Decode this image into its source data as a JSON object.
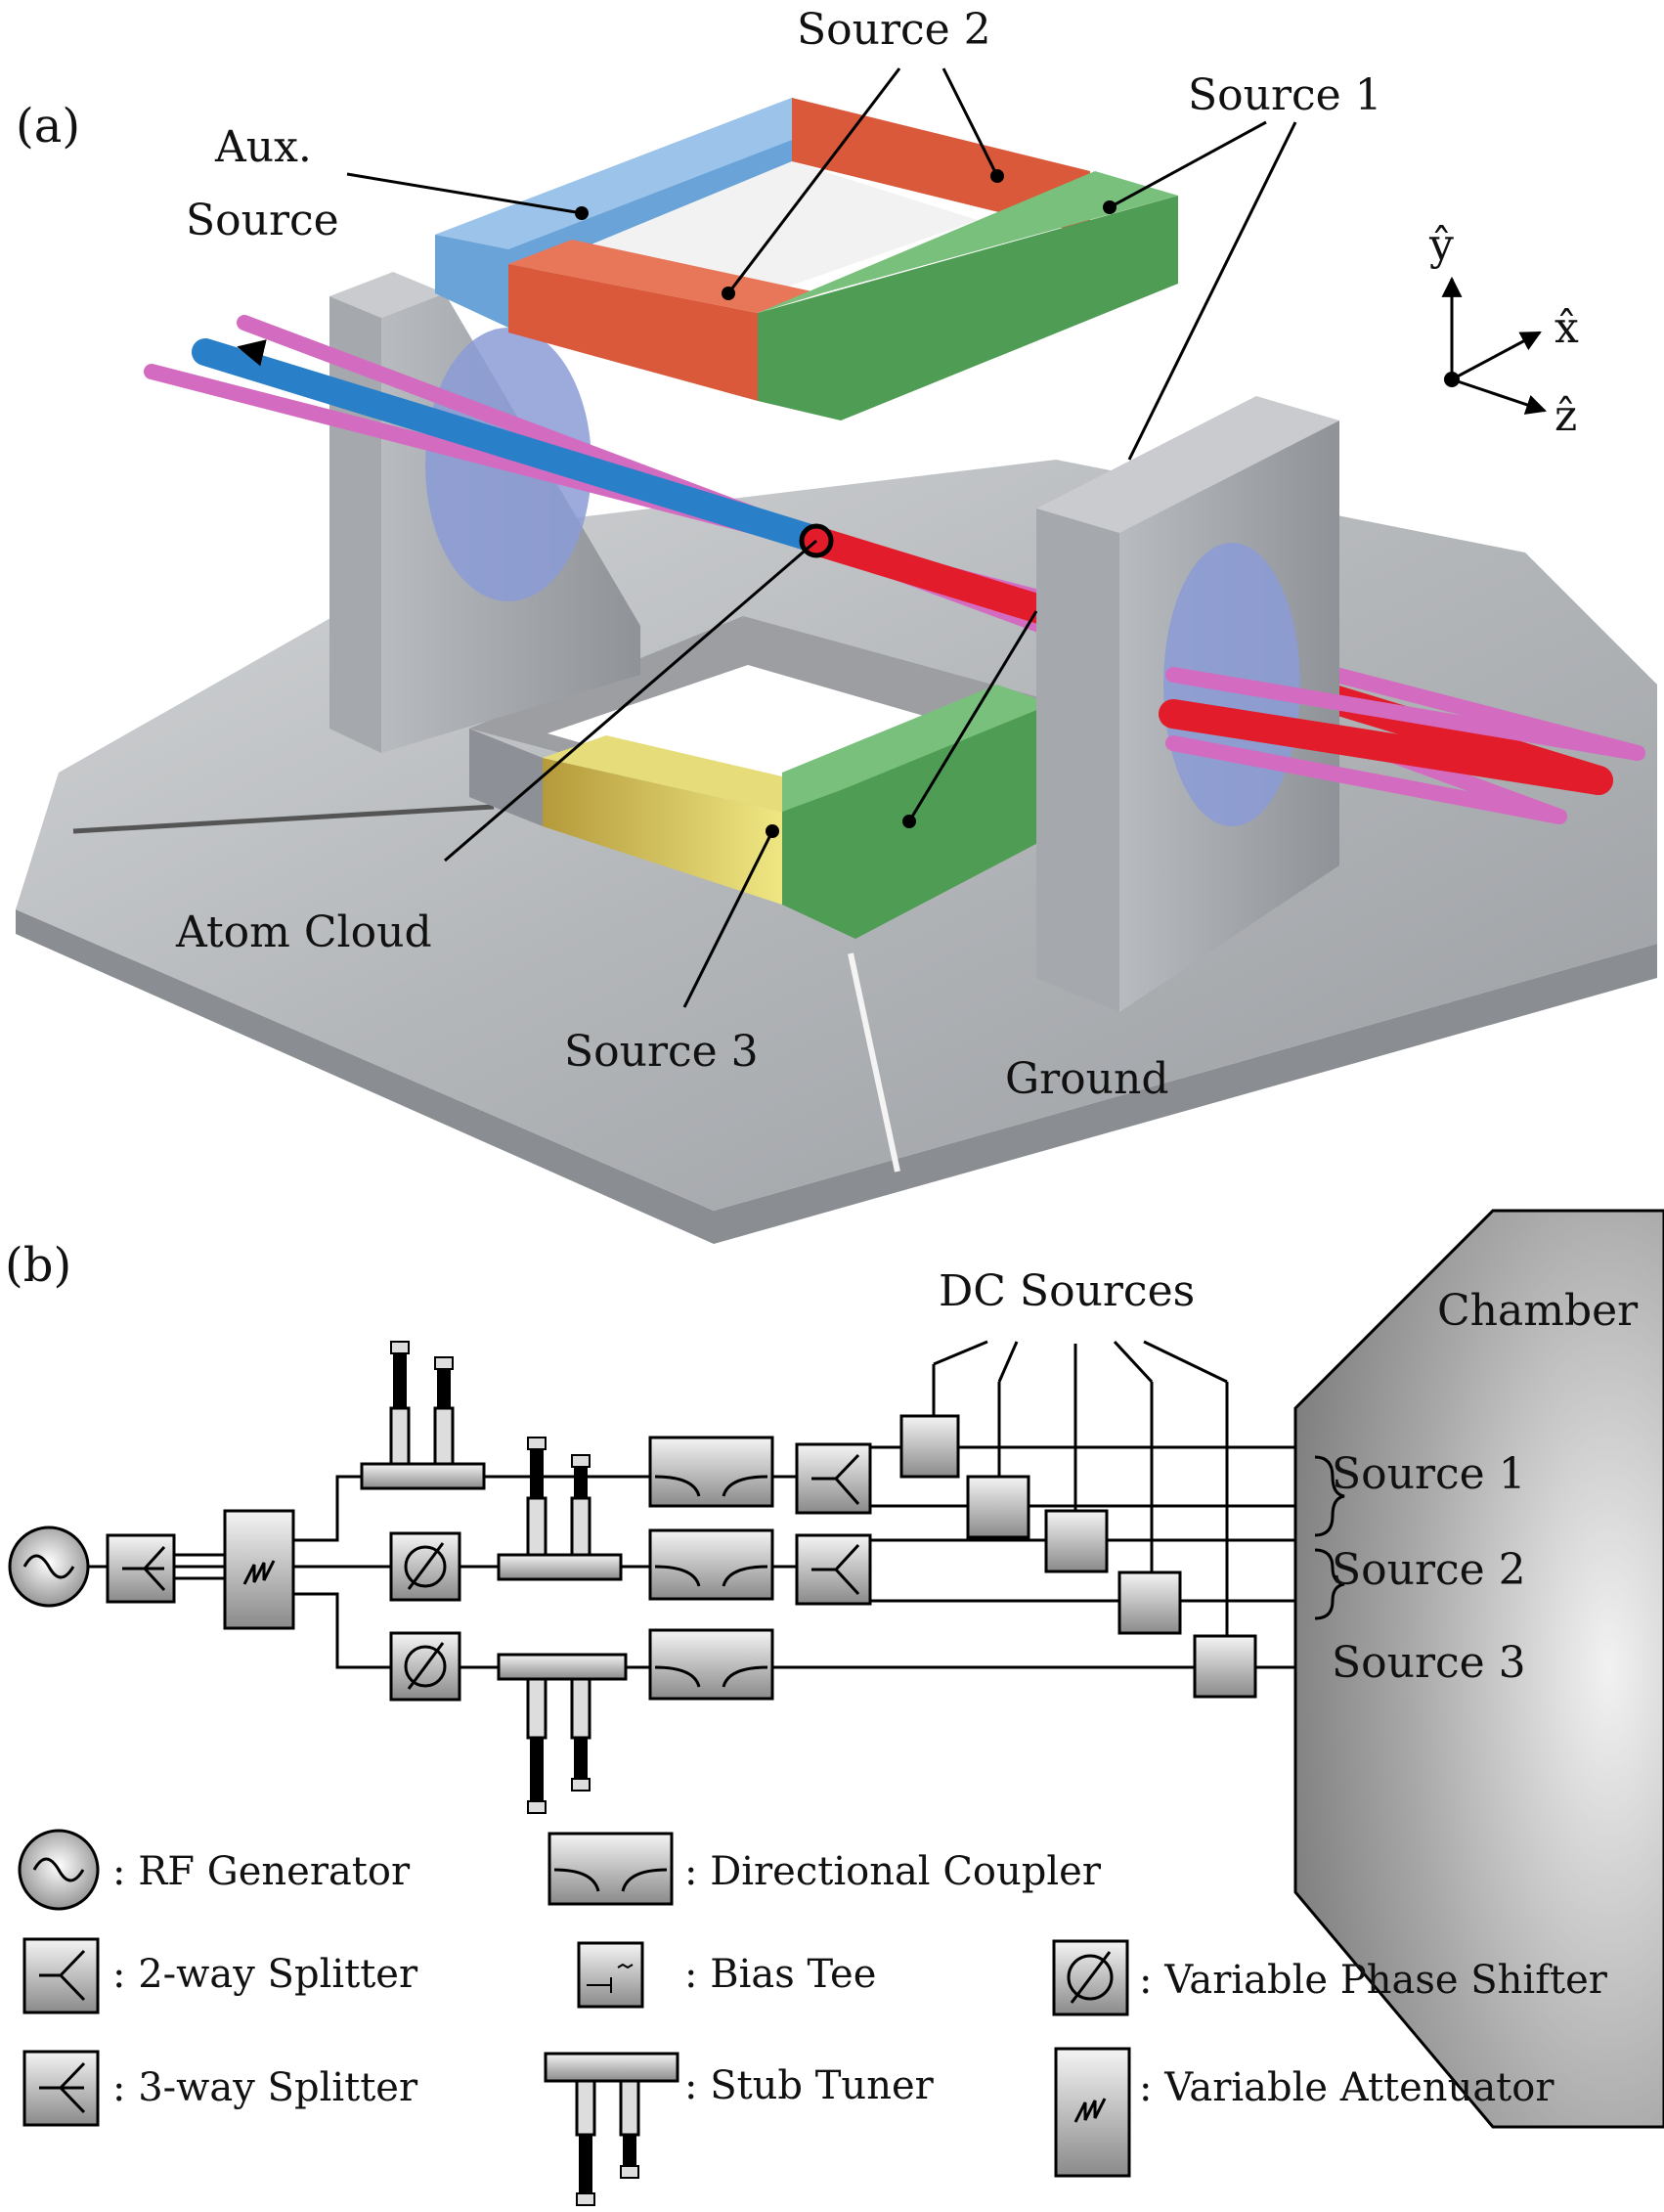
{
  "panel_a": {
    "label": "(a)",
    "labels": {
      "source2": "Source 2",
      "source1": "Source 1",
      "aux_line1": "Aux.",
      "aux_line2": "Source",
      "atom_cloud": "Atom Cloud",
      "source3": "Source 3",
      "ground": "Ground"
    },
    "axes": {
      "y": "ŷ",
      "x": "x̂",
      "z": "ẑ"
    },
    "colors": {
      "aux_source": "#6aa3d8",
      "source2": "#d9593a",
      "source1": "#5aae5e",
      "source3": "#d8cc55",
      "plate": "#b9bcbf",
      "beam_pink": "#d36cc0",
      "beam_blue": "#2a7fc9",
      "beam_red": "#e21c2a"
    }
  },
  "panel_b": {
    "label": "(b)",
    "dc_sources": "DC Sources",
    "chamber": "Chamber",
    "outputs": [
      "Source 1",
      "Source 2",
      "Source 3"
    ]
  },
  "legend": [
    {
      "icon": "rf-generator-icon",
      "text": ": RF Generator"
    },
    {
      "icon": "directional-coupler-icon",
      "text": ": Directional Coupler"
    },
    {
      "icon": "two-way-splitter-icon",
      "text": ": 2-way Splitter"
    },
    {
      "icon": "bias-tee-icon",
      "text": ": Bias Tee"
    },
    {
      "icon": "variable-phase-shifter-icon",
      "text": ": Variable Phase Shifter"
    },
    {
      "icon": "three-way-splitter-icon",
      "text": ": 3-way Splitter"
    },
    {
      "icon": "stub-tuner-icon",
      "text": ": Stub Tuner"
    },
    {
      "icon": "variable-attenuator-icon",
      "text": ": Variable Attenuator"
    }
  ]
}
